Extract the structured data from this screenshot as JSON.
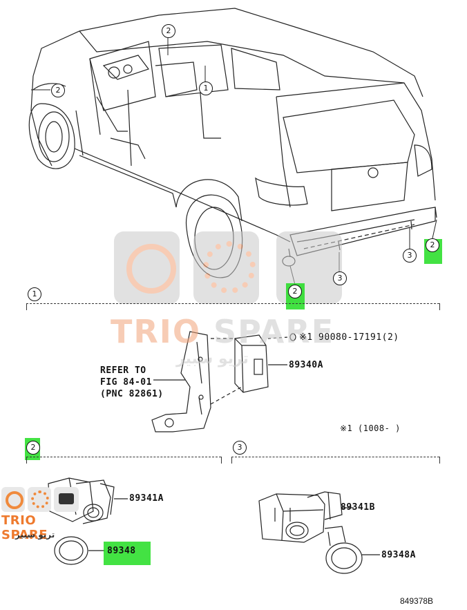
{
  "callouts": {
    "vehicle": [
      "2",
      "1",
      "2",
      "3",
      "3",
      "2",
      "2"
    ],
    "section_1": "1",
    "section_2": "2",
    "section_3": "3"
  },
  "section_1": {
    "refer_line1": "REFER TO",
    "refer_line2": "FIG 84-01",
    "refer_line3": "(PNC 82861)",
    "part_bolt": "※1 90080-17191(2)",
    "part_module": "89340A",
    "footnote": "※1 (1008-    )"
  },
  "section_2": {
    "part_bracket": "89341A",
    "part_sensor": "89348"
  },
  "section_3": {
    "part_bracket": "89341B",
    "part_sensor": "89348A"
  },
  "diagram_code": "849378B",
  "watermark": {
    "brand_a": "TRIO",
    "brand_b": "SPARE",
    "arabic": "تريو سبير"
  },
  "logo": {
    "brand": "TRIO SPARE",
    "arabic": "تريو سبير"
  },
  "colors": {
    "highlight": "#22dd22",
    "watermark_orange": "#f2a37a",
    "watermark_gray": "#c9c9c9"
  }
}
